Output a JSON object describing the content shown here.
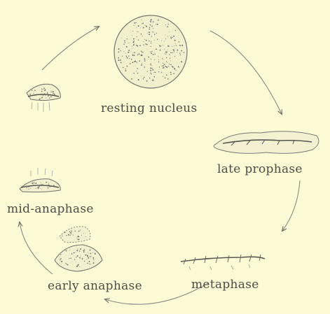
{
  "figure": {
    "stages": [
      {
        "id": "resting-nucleus",
        "label": "resting nucleus"
      },
      {
        "id": "late-prophase",
        "label": "late prophase"
      },
      {
        "id": "metaphase",
        "label": "metaphase"
      },
      {
        "id": "early-anaphase",
        "label": "early anaphase"
      },
      {
        "id": "mid-anaphase",
        "label": "mid-anaphase"
      }
    ],
    "colors": {
      "background": "#fdfbd6",
      "ink": "#4d4d46",
      "stipple": "#6e6e66"
    }
  }
}
